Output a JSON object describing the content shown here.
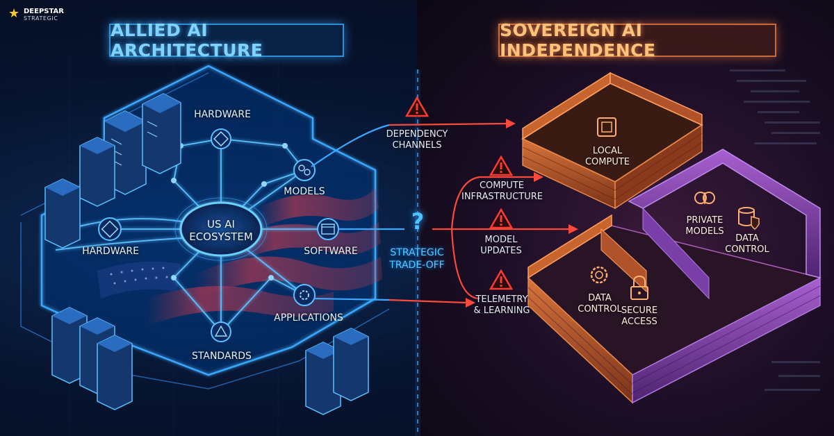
{
  "logo": {
    "name": "DEEPSTAR",
    "sub": "STRATEGIC"
  },
  "titles": {
    "left": "ALLIED AI ARCHITECTURE",
    "right": "SOVEREIGN AI INDEPENDENCE"
  },
  "left_diagram": {
    "hub": [
      "US AI",
      "ECOSYSTEM"
    ],
    "nodes": {
      "hardware_top": "HARDWARE",
      "models": "MODELS",
      "hardware_left": "HARDWARE",
      "software": "SOFTWARE",
      "applications": "APPLICATIONS",
      "standards": "STANDARDS"
    }
  },
  "center": {
    "question": "?",
    "tradeoff": [
      "STRATEGIC",
      "TRADE-OFF"
    ]
  },
  "channels": {
    "dependency": [
      "DEPENDENCY",
      "CHANNELS"
    ],
    "compute": [
      "COMPUTE",
      "INFRASTRUCTURE"
    ],
    "updates": [
      "MODEL",
      "UPDATES"
    ],
    "telemetry": [
      "TELEMETRY",
      "& LEARNING"
    ]
  },
  "right_diagram": {
    "local_compute": [
      "LOCAL",
      "COMPUTE"
    ],
    "private_models": [
      "PRIVATE",
      "MODELS"
    ],
    "data_control_top": [
      "DATA",
      "CONTROL"
    ],
    "data_control_bottom": [
      "DATA",
      "CONTROL"
    ],
    "secure_access": [
      "SECURE",
      "ACCESS"
    ]
  },
  "colors": {
    "blue_accent": "#2d8fd6",
    "orange_accent": "#e8884a",
    "red_arrow": "#ff4a3a",
    "purple_wall": "#9b5fd0"
  },
  "icons": [
    "star-icon",
    "chip-icon",
    "brain-icon",
    "database-shield-icon",
    "gear-dollar-icon",
    "lock-icon",
    "warning-icon",
    "question-icon",
    "server-icon",
    "flag-icon"
  ]
}
